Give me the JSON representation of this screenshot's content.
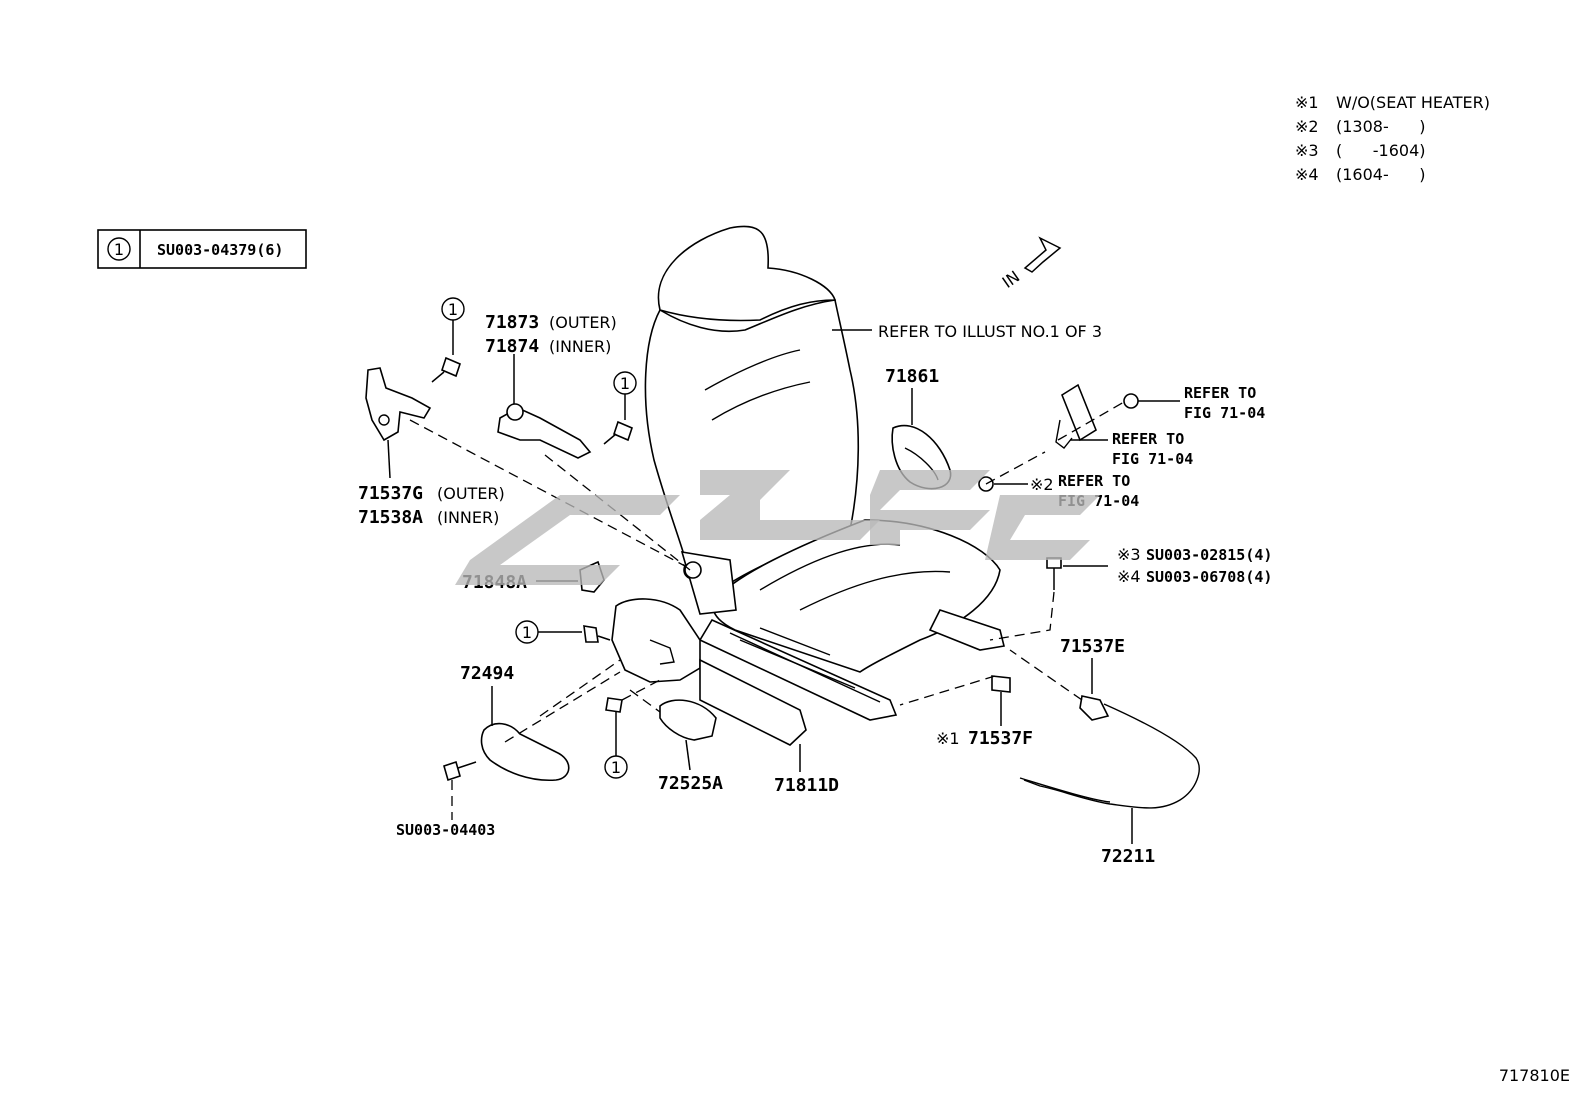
{
  "notes": [
    {
      "mark": "※1",
      "text": "W/O(SEAT HEATER)"
    },
    {
      "mark": "※2",
      "text": "(1308-      )"
    },
    {
      "mark": "※3",
      "text": "(      -1604)"
    },
    {
      "mark": "※4",
      "text": "(1604-      )"
    }
  ],
  "legend": {
    "symbol": "1",
    "code": "SU003-04379(6)"
  },
  "direction": {
    "label": "IN"
  },
  "refer_seat": "REFER TO ILLUST NO.1 OF 3",
  "refer_fig": [
    "REFER TO",
    "FIG 71-04"
  ],
  "parts": {
    "p71873": {
      "number": "71873",
      "suffix": "(OUTER)"
    },
    "p71874": {
      "number": "71874",
      "suffix": "(INNER)"
    },
    "p71537G": {
      "number": "71537G",
      "suffix": "(OUTER)"
    },
    "p71538A": {
      "number": "71538A",
      "suffix": "(INNER)"
    },
    "p71861": "71861",
    "p71848A": "71848A",
    "p72494": "72494",
    "p72525A": "72525A",
    "p71811D": "71811D",
    "p71537E": "71537E",
    "p71537F": {
      "mark": "※1",
      "number": "71537F"
    },
    "p72211": "72211",
    "bolt_su00304403": "SU003-04403",
    "bolt_note3": {
      "mark": "※3",
      "code": "SU003-02815(4)"
    },
    "bolt_note4": {
      "mark": "※4",
      "code": "SU003-06708(4)"
    },
    "nut_note2": "※2",
    "callout": "1"
  },
  "diagram_id": "717810E"
}
